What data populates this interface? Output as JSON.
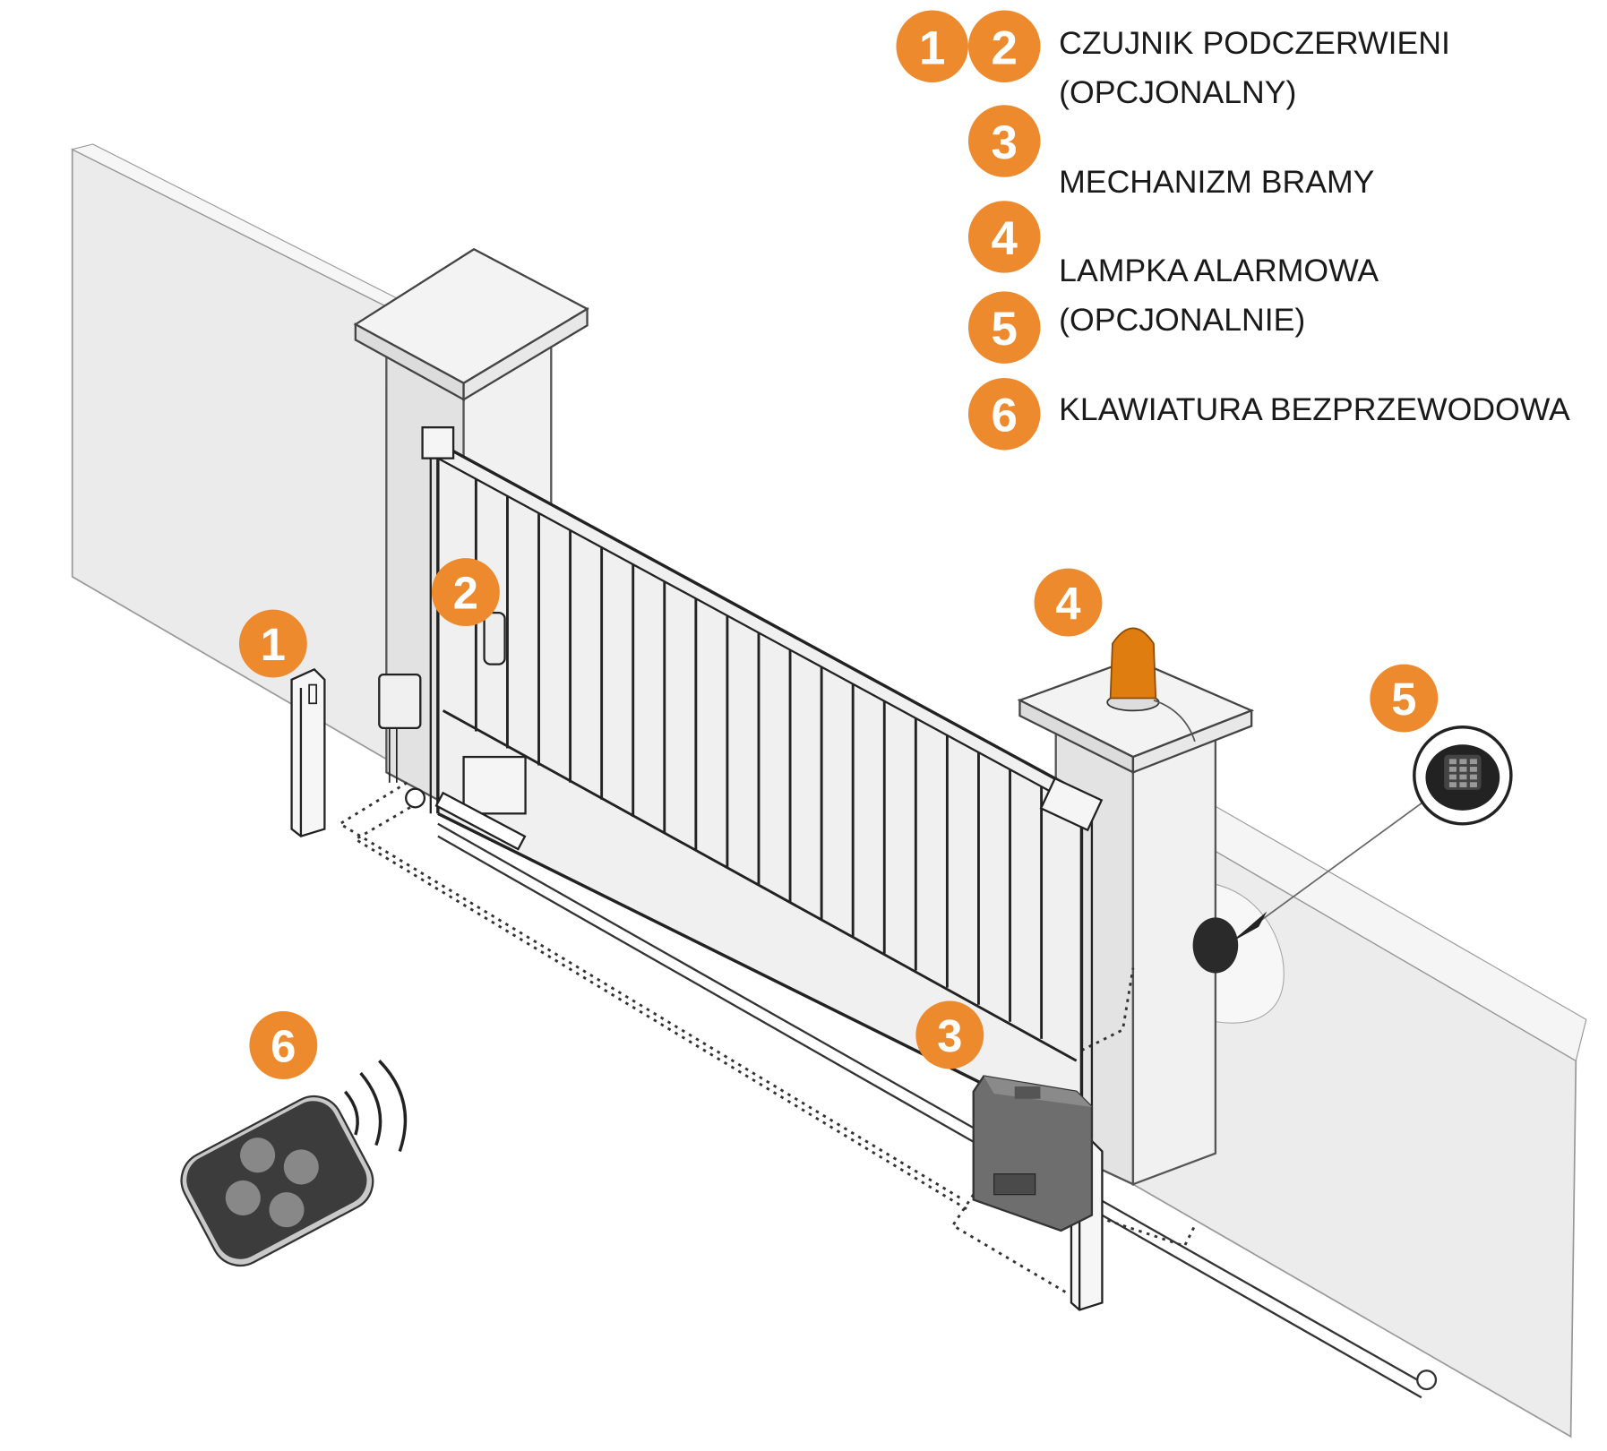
{
  "legend": {
    "items": [
      {
        "numbers": [
          "1",
          "2"
        ],
        "lines": [
          "CZUJNIK PODCZERWIENI",
          "(OPCJONALNY)"
        ]
      },
      {
        "numbers": [
          "3"
        ],
        "lines": [
          "MECHANIZM BRAMY"
        ]
      },
      {
        "numbers": [
          "4"
        ],
        "lines": [
          "LAMPKA ALARMOWA",
          "(OPCJONALNIE)"
        ]
      },
      {
        "numbers": [
          "5"
        ],
        "lines": []
      },
      {
        "numbers": [
          "6"
        ],
        "lines": [
          "KLAWIATURA BEZPRZEWODOWA"
        ]
      }
    ]
  },
  "callouts": [
    "1",
    "2",
    "3",
    "4",
    "5",
    "6"
  ],
  "colors": {
    "accent": "#ee8a2e",
    "wall": "#ececec",
    "line": "#333333",
    "motor": "#6e6e6e"
  }
}
